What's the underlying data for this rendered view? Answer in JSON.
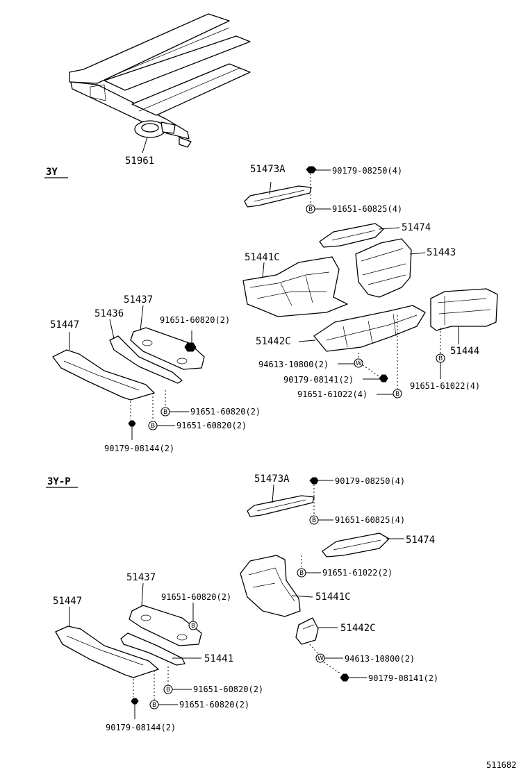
{
  "diagram_ref": "511682",
  "sections": [
    {
      "id": "3y",
      "label": "3Y"
    },
    {
      "id": "3yp",
      "label": "3Y-P"
    }
  ],
  "fastener_symbols": {
    "bolt": "B",
    "washer": "W"
  },
  "labels": {
    "top_51961": "51961",
    "s1_51473a": "51473A",
    "s1_90179_08250": "90179-08250(4)",
    "s1_91651_60825": "91651-60825(4)",
    "s1_51474": "51474",
    "s1_51443": "51443",
    "s1_51441c": "51441C",
    "s1_51437": "51437",
    "s1_51436": "51436",
    "s1_51447": "51447",
    "s1_91651_60820_a": "91651-60820(2)",
    "s1_51442c": "51442C",
    "s1_51444": "51444",
    "s1_94613_10800": "94613-10800(2)",
    "s1_90179_08141": "90179-08141(2)",
    "s1_91651_61022_a": "91651-61022(4)",
    "s1_91651_61022_b": "91651-61022(4)",
    "s1_91651_60820_b": "91651-60820(2)",
    "s1_91651_60820_c": "91651-60820(2)",
    "s1_90179_08144": "90179-08144(2)",
    "s2_51473a": "51473A",
    "s2_90179_08250": "90179-08250(4)",
    "s2_91651_60825": "91651-60825(4)",
    "s2_51474": "51474",
    "s2_91651_61022": "91651-61022(2)",
    "s2_51441c": "51441C",
    "s2_51437": "51437",
    "s2_91651_60820_a": "91651-60820(2)",
    "s2_51447": "51447",
    "s2_51442c": "51442C",
    "s2_51441": "51441",
    "s2_94613_10800": "94613-10800(2)",
    "s2_90179_08141": "90179-08141(2)",
    "s2_91651_60820_b": "91651-60820(2)",
    "s2_91651_60820_c": "91651-60820(2)",
    "s2_90179_08144": "90179-08144(2)"
  }
}
